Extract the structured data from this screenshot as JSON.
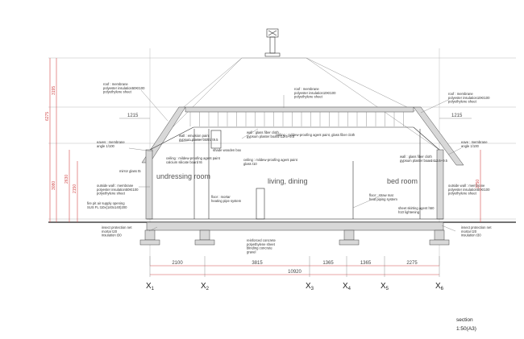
{
  "rooms": {
    "undressing": "undressing room",
    "living": "living, dining",
    "bed": "bed room"
  },
  "notes": {
    "roof_left": [
      "roof : membrane",
      "polyester insulation50Kt100",
      "polyethylene sheet"
    ],
    "roof_center": [
      "roof : membrane",
      "polyester insulation10Kt100",
      "polyethylene sheet"
    ],
    "roof_right": [
      "roof : membrane",
      "polyester insulation10Kt100",
      "polyethylene sheet"
    ],
    "eaves_left": [
      "eaves : membrane",
      "angle 1/100"
    ],
    "eaves_right": [
      "eave : membrane",
      "angle 1/100"
    ],
    "wall_emulsion": [
      "wall : emulsion paint",
      "gypsum plaster board t9.5"
    ],
    "shade": "shade wooden box",
    "wall_glass_fiber": [
      "wall : glass fiber cloth",
      "gypsum plaster board t12.5+9.5"
    ],
    "ceiling_center": "ceiling : mildew-proofing agent paint, glass fiber cloth",
    "outside_wall_left": [
      "outside wall : membrane",
      "polyester insulation50Kt100",
      "polyethylene sheet"
    ],
    "mirror": "mirror glass t5",
    "ceiling_left": [
      "ceiling : mildew-proofing agent paint",
      "calcium silicate board t6"
    ],
    "ceiling_mid": [
      "ceiling : mildew-proofing agent paint",
      "glass t10"
    ],
    "fire_pit": [
      "fire pit air supply opening",
      "SUS FL t10x(140x140)200"
    ],
    "floor_mortar": [
      "floor : mortar",
      "heating pipe system"
    ],
    "wall_right": [
      "wall : glass fiber cloth",
      "gypsum plaster board t12.5+9.5"
    ],
    "outside_wall_right": [
      "outside wall : membrane",
      "polyester insulation50Kt100",
      "polyethylene sheet"
    ],
    "floor_straw": [
      "floor : straw mat",
      "heat piping system"
    ],
    "sheet_skirting": [
      "sheet skirting agent h50",
      "h10 lightening"
    ],
    "insect_left": [
      "insect protection net",
      "mortar t20",
      "insulation t30"
    ],
    "foundation": [
      "reinforced concrete",
      "polyethylene sheet",
      "blinding concrete",
      "gravel"
    ],
    "insect_right": [
      "insect protection net",
      "mortar t20",
      "insulation t30"
    ]
  },
  "dims": {
    "eave_left": "1215",
    "eave_right": "1215",
    "spans": [
      "2100",
      "3815",
      "1365",
      "1365",
      "2275"
    ],
    "total": "10920",
    "height_3195": "3195",
    "height_6275": "6275",
    "height_3080": "3080",
    "height_2630": "2630",
    "height_2150": "2150",
    "height_2750": "2750"
  },
  "axes": [
    "X1",
    "X2",
    "X3",
    "X4",
    "X5",
    "X6"
  ],
  "title": {
    "label": "section",
    "scale": "1:50(A3)"
  }
}
